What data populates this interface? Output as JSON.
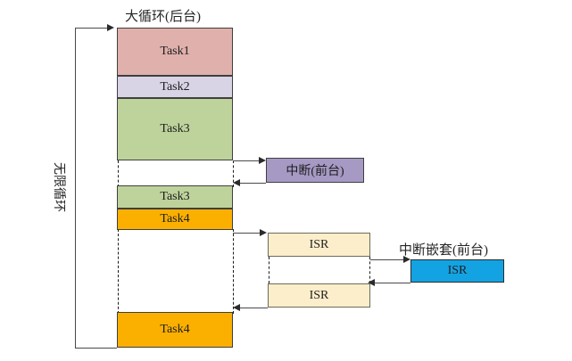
{
  "figure": {
    "labels": {
      "main_loop": "大循环(后台)",
      "infinite_loop": "无限循环",
      "interrupt": "中断(前台)",
      "nested_interrupt": "中断嵌套(前台)"
    },
    "caption": ""
  },
  "colors": {
    "task1": "#e0b0ac",
    "task2": "#d9d3e6",
    "task3": "#bed39b",
    "task4": "#fbb000",
    "interrupt": "#a699c4",
    "isr": "#fdeecb",
    "isr_nested": "#13a3e2",
    "stroke": "#3f3f3f",
    "dash": "#1b1b1b"
  },
  "background_column": {
    "blocks": [
      {
        "label": "Task1",
        "style": "task1"
      },
      {
        "label": "Task2",
        "style": "task2"
      },
      {
        "label": "Task3",
        "style": "task3"
      },
      {
        "label": "",
        "style": "white"
      },
      {
        "label": "Task3",
        "style": "task3"
      },
      {
        "label": "Task4",
        "style": "task4"
      },
      {
        "label": "",
        "style": "white"
      },
      {
        "label": "Task4",
        "style": "task4"
      }
    ]
  },
  "foreground": {
    "interrupt_block": {
      "label": "中断(前台)"
    },
    "isr_blocks": [
      {
        "label": "ISR"
      },
      {
        "label": "ISR"
      }
    ],
    "nested_isr_block": {
      "label": "ISR"
    }
  }
}
